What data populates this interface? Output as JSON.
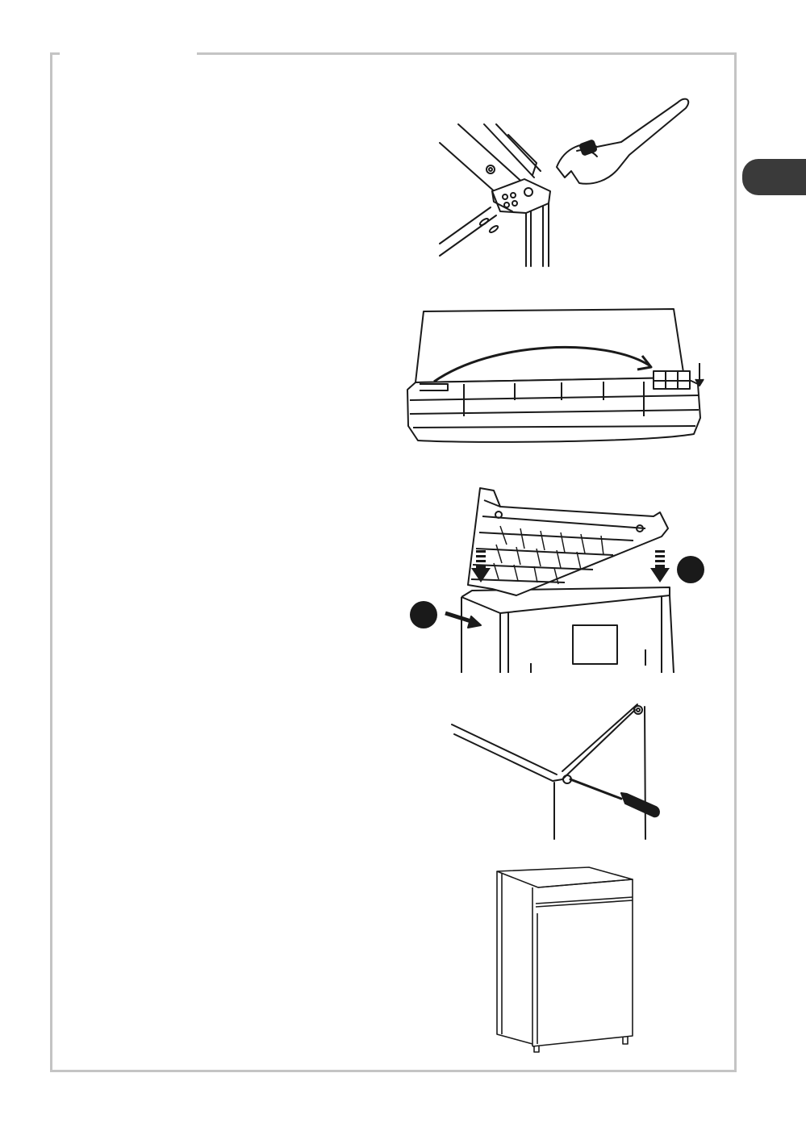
{
  "page": {
    "language_tab": {
      "label": "",
      "color": "#3a3a3a"
    },
    "frame_color": "#c4c4c4"
  },
  "steps": [
    {
      "id": "step-wrench-hinge",
      "icon": "wrench-hinge-illustration"
    },
    {
      "id": "step-door-handle",
      "icon": "door-flip-illustration"
    },
    {
      "id": "step-door-mount",
      "icon": "door-mount-illustration"
    },
    {
      "id": "step-screwdriver",
      "icon": "screwdriver-illustration"
    },
    {
      "id": "step-finished",
      "icon": "fridge-illustration"
    }
  ]
}
